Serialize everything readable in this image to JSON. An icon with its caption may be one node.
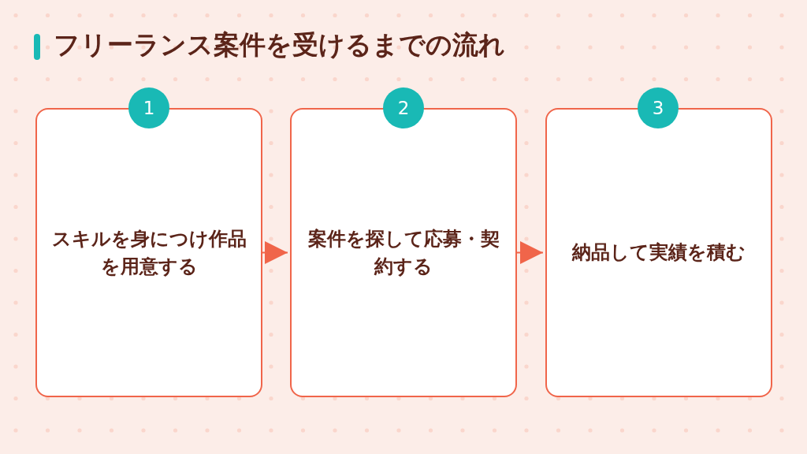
{
  "diagram": {
    "title": "フリーランス案件を受けるまでの流れ",
    "nodes": [
      {
        "text": [
          "1"
        ]
      },
      {
        "text": [
          "スキルを身につけ作品を用意する"
        ]
      },
      {
        "text": [
          "2"
        ]
      },
      {
        "text": [
          "案件を探して応募・契約する"
        ]
      },
      {
        "text": [
          "3"
        ]
      },
      {
        "text": [
          "納品して実績を積む"
        ]
      }
    ],
    "edges": [
      {
        "from": 1,
        "to": 3,
        "arrow": "to"
      },
      {
        "from": 3,
        "to": 5,
        "arrow": "to"
      }
    ]
  }
}
